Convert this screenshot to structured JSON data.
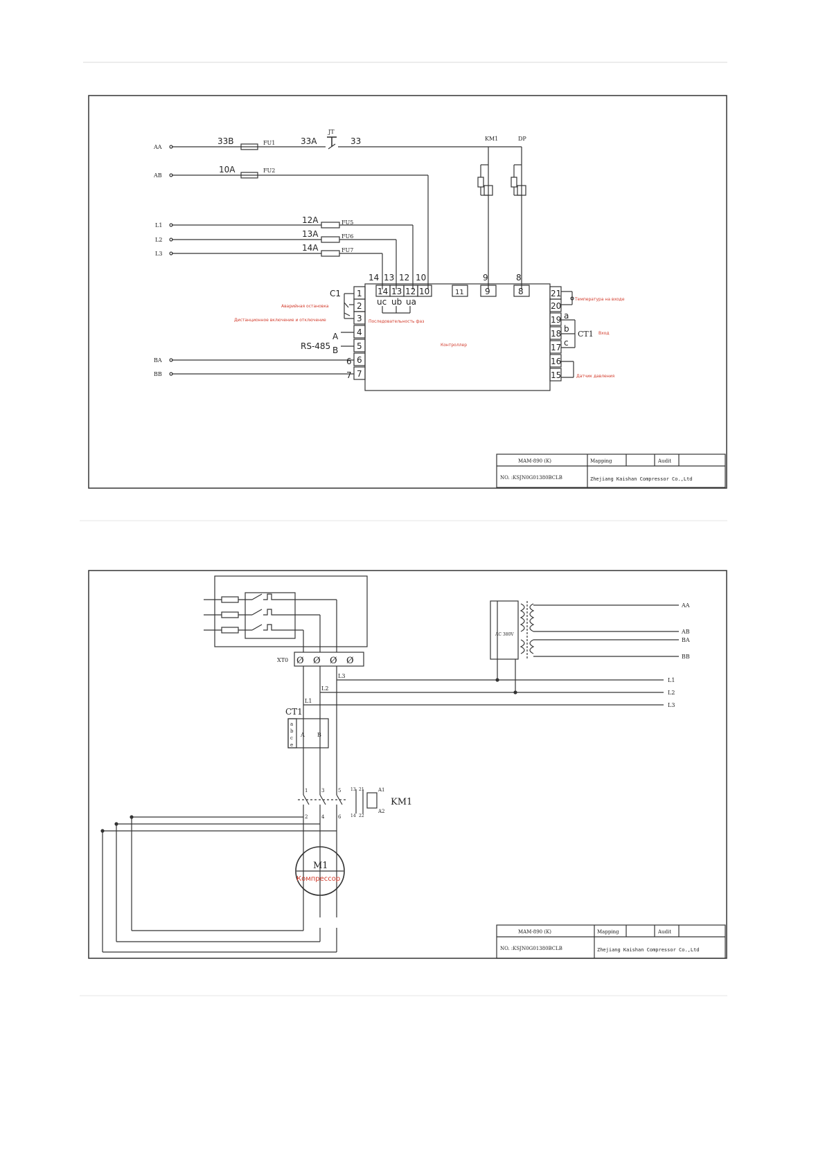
{
  "colors": {
    "line": "#333333",
    "annotation": "#d23a2a",
    "paper": "#ffffff"
  },
  "sheet1": {
    "supply": {
      "aa": "AA",
      "ab": "AB",
      "l1": "L1",
      "l2": "L2",
      "l3": "L3",
      "ba": "BA",
      "bb": "BB"
    },
    "wire_labels": {
      "w33b": "33B",
      "w33a": "33A",
      "w33": "33",
      "w10a": "10A",
      "w12a": "12A",
      "w13a": "13A",
      "w14a": "14A",
      "w6": "6",
      "w7": "7",
      "w14": "14",
      "w13": "13",
      "w12": "12",
      "w10": "10",
      "w9": "9",
      "w8": "8"
    },
    "fuses": {
      "fu1": "FU1",
      "fu2": "FU2",
      "fu5": "FU5",
      "fu6": "FU6",
      "fu7": "FU7"
    },
    "devices": {
      "jt": "JT",
      "km1": "KM1",
      "dp": "DP",
      "c1": "C1",
      "ct1": "CT1"
    },
    "terminals": {
      "t1": "1",
      "t2": "2",
      "t3": "3",
      "t4": "4",
      "t5": "5",
      "t6": "6",
      "t7": "7",
      "t14": "14",
      "t13": "13",
      "t12": "12",
      "t10": "10",
      "t11": "11",
      "t9": "9",
      "t8": "8",
      "t21": "21",
      "t20": "20",
      "t19": "19",
      "t18": "18",
      "t17": "17",
      "t16": "16",
      "t15": "15"
    },
    "phase_labels": {
      "uc": "uc",
      "ub": "ub",
      "ua": "ua",
      "a": "a",
      "b": "b",
      "c": "c"
    },
    "rs485": {
      "label": "RS-485",
      "a": "A",
      "b": "B"
    },
    "annotations": {
      "emergency_stop": "Аварийная остановка",
      "remote_on_off": "Дистанционное включение и отключение",
      "phase_sequence": "Последовательность фаз",
      "controller": "Контроллер",
      "inlet_temperature": "Температура на входе",
      "input": "Вход",
      "pressure_sensor": "Датчик давления"
    },
    "title_block": {
      "model": "MAM-890 (K)",
      "mapping": "Mapping",
      "audit": "Audit",
      "number": "NO. :KSJN0G01380BCLB",
      "company": "Zhejiang Kaishan Compressor Co.,Ltd"
    }
  },
  "sheet2": {
    "xt0": "XT0",
    "terminal_symbol": "Ø",
    "wire_labels": {
      "l1": "L1",
      "l2": "L2",
      "l3": "L3"
    },
    "transformer": {
      "voltage": "AC 380V",
      "aa": "AA",
      "ab": "AB",
      "ba": "BA",
      "bb": "BB"
    },
    "lines": {
      "l1": "L1",
      "l2": "L2",
      "l3": "L3"
    },
    "ct1": {
      "label": "CT1",
      "a": "a",
      "b": "b",
      "c": "c",
      "e": "e",
      "pa": "A",
      "pb": "B"
    },
    "contactor": {
      "label": "KM1",
      "p1": "1",
      "p3": "3",
      "p5": "5",
      "p2": "2",
      "p4": "4",
      "p6": "6",
      "aux13": "13",
      "aux14": "14",
      "aux21": "21",
      "aux22": "22",
      "a1": "A1",
      "a2": "A2"
    },
    "motor": {
      "label": "M1",
      "name": "Компрессор"
    },
    "title_block": {
      "model": "MAM-890 (K)",
      "mapping": "Mapping",
      "audit": "Audit",
      "number": "NO. :KSJN0G01380BCLB",
      "company": "Zhejiang Kaishan Compressor Co.,Ltd"
    }
  }
}
